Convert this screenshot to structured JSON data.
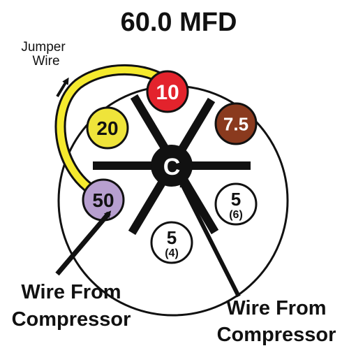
{
  "title": "60.0 MFD",
  "jumper_label": {
    "line1": "Jumper",
    "line2": "Wire"
  },
  "hub_label": "C",
  "terminals": [
    {
      "id": "10",
      "label": "10",
      "sub": "",
      "fill": "#E3232C",
      "text_color": "#ffffff"
    },
    {
      "id": "7.5",
      "label": "7.5",
      "sub": "",
      "fill": "#8A3A1E",
      "text_color": "#ffffff"
    },
    {
      "id": "20",
      "label": "20",
      "sub": "",
      "fill": "#EFE43A",
      "text_color": "#111111"
    },
    {
      "id": "50",
      "label": "50",
      "sub": "",
      "fill": "#B79FCF",
      "text_color": "#111111"
    },
    {
      "id": "5-6",
      "label": "5",
      "sub": "(6)",
      "fill": "#ffffff",
      "text_color": "#111111"
    },
    {
      "id": "5-4",
      "label": "5",
      "sub": "(4)",
      "fill": "#ffffff",
      "text_color": "#111111"
    }
  ],
  "callouts": {
    "left": {
      "line1": "Wire From",
      "line2": "Compressor"
    },
    "right": {
      "line1": "Wire From",
      "line2": "Compressor"
    }
  },
  "colors": {
    "outline": "#111111",
    "jumper": "#F5EA2E",
    "background": "#ffffff"
  }
}
